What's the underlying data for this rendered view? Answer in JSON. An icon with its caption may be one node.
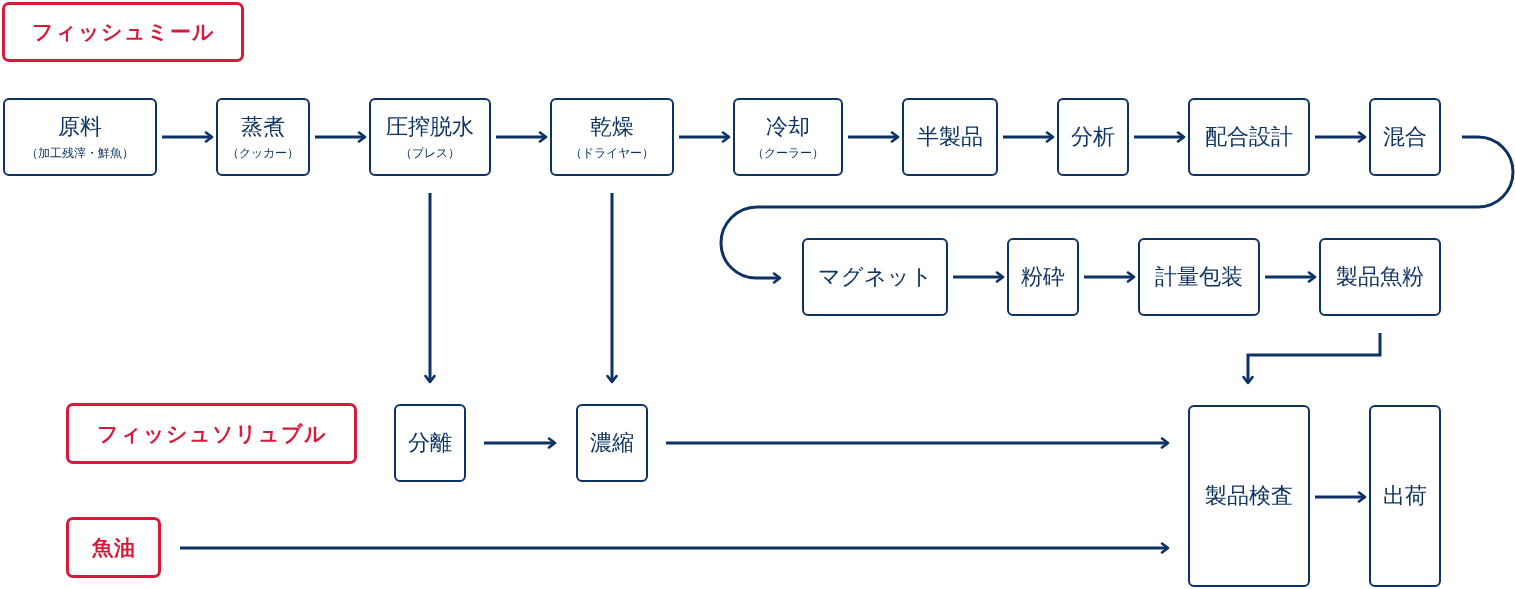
{
  "diagram": {
    "nodes": [
      {
        "text": [
          "フィッシュミール"
        ]
      },
      {
        "text": [
          "原料",
          "（加工残滓・鮮魚）"
        ]
      },
      {
        "text": [
          "蒸煮",
          "（クッカー）"
        ]
      },
      {
        "text": [
          "圧搾脱水",
          "（プレス）"
        ]
      },
      {
        "text": [
          "乾燥",
          "（ドライヤー）"
        ]
      },
      {
        "text": [
          "冷却",
          "（クーラー）"
        ]
      },
      {
        "text": [
          "半製品"
        ]
      },
      {
        "text": [
          "分析"
        ]
      },
      {
        "text": [
          "配合設計"
        ]
      },
      {
        "text": [
          "混合"
        ]
      },
      {
        "text": [
          "マグネット"
        ]
      },
      {
        "text": [
          "粉砕"
        ]
      },
      {
        "text": [
          "計量包装"
        ]
      },
      {
        "text": [
          "製品魚粉"
        ]
      },
      {
        "text": [
          "フィッシュソリュブル"
        ]
      },
      {
        "text": [
          "分離"
        ]
      },
      {
        "text": [
          "濃縮"
        ]
      },
      {
        "text": [
          "魚油"
        ]
      },
      {
        "text": [
          "製品検査"
        ]
      },
      {
        "text": [
          "出荷"
        ]
      }
    ],
    "edges": [
      {
        "from": 1,
        "to": 2,
        "arrow": "to"
      },
      {
        "from": 2,
        "to": 3,
        "arrow": "to"
      },
      {
        "from": 3,
        "to": 4,
        "arrow": "to"
      },
      {
        "from": 4,
        "to": 5,
        "arrow": "to"
      },
      {
        "from": 5,
        "to": 6,
        "arrow": "to"
      },
      {
        "from": 6,
        "to": 7,
        "arrow": "to"
      },
      {
        "from": 7,
        "to": 8,
        "arrow": "to"
      },
      {
        "from": 8,
        "to": 9,
        "arrow": "to"
      },
      {
        "from": 9,
        "to": 10,
        "arrow": "to"
      },
      {
        "from": 10,
        "to": 11,
        "arrow": "to"
      },
      {
        "from": 11,
        "to": 12,
        "arrow": "to"
      },
      {
        "from": 12,
        "to": 13,
        "arrow": "to"
      },
      {
        "from": 13,
        "to": 18,
        "arrow": "to"
      },
      {
        "from": 3,
        "to": 15,
        "arrow": "to"
      },
      {
        "from": 4,
        "to": 16,
        "arrow": "to"
      },
      {
        "from": 15,
        "to": 16,
        "arrow": "to"
      },
      {
        "from": 16,
        "to": 18,
        "arrow": "to"
      },
      {
        "from": 17,
        "to": 18,
        "arrow": "to"
      },
      {
        "from": 18,
        "to": 19,
        "arrow": "to"
      }
    ]
  }
}
